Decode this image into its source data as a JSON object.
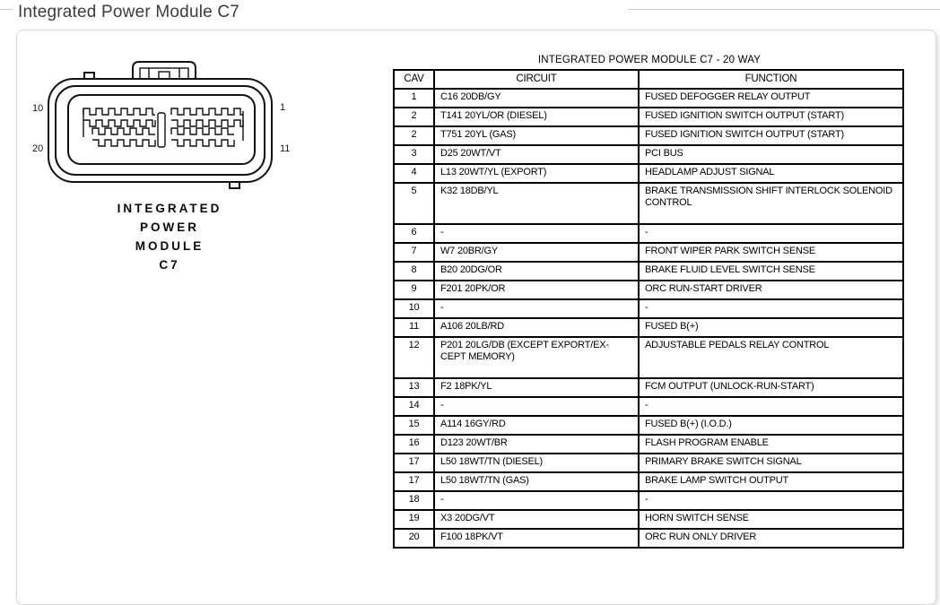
{
  "page": {
    "title": "Integrated Power Module C7"
  },
  "diagram": {
    "pin_labels": {
      "top_left": "10",
      "top_right": "1",
      "bottom_left": "20",
      "bottom_right": "11"
    },
    "caption_lines": [
      "INTEGRATED",
      "POWER",
      "MODULE",
      "C7"
    ]
  },
  "table": {
    "title": "INTEGRATED POWER MODULE C7 - 20 WAY",
    "columns": [
      "CAV",
      "CIRCUIT",
      "FUNCTION"
    ],
    "rows": [
      [
        "1",
        "C16 20DB/GY",
        "FUSED DEFOGGER RELAY OUTPUT"
      ],
      [
        "2",
        "T141 20YL/OR (DIESEL)",
        "FUSED IGNITION SWITCH OUTPUT (START)"
      ],
      [
        "2",
        "T751 20YL (GAS)",
        "FUSED IGNITION SWITCH OUTPUT (START)"
      ],
      [
        "3",
        "D25 20WT/VT",
        "PCI BUS"
      ],
      [
        "4",
        "L13 20WT/YL (EXPORT)",
        "HEADLAMP ADJUST SIGNAL"
      ],
      [
        "5",
        "K32 18DB/YL",
        "BRAKE TRANSMISSION SHIFT INTERLOCK SOLENOID CONTROL"
      ],
      [
        "6",
        "-",
        "-"
      ],
      [
        "7",
        "W7 20BR/GY",
        "FRONT WIPER PARK SWITCH SENSE"
      ],
      [
        "8",
        "B20 20DG/OR",
        "BRAKE FLUID LEVEL SWITCH SENSE"
      ],
      [
        "9",
        "F201 20PK/OR",
        "ORC RUN-START DRIVER"
      ],
      [
        "10",
        "-",
        "-"
      ],
      [
        "11",
        "A106 20LB/RD",
        "FUSED B(+)"
      ],
      [
        "12",
        "P201 20LG/DB (EXCEPT EXPORT/EX-CEPT MEMORY)",
        "ADJUSTABLE PEDALS RELAY CONTROL"
      ],
      [
        "13",
        "F2 18PK/YL",
        "FCM OUTPUT (UNLOCK-RUN-START)"
      ],
      [
        "14",
        "-",
        "-"
      ],
      [
        "15",
        "A114 16GY/RD",
        "FUSED B(+) (I.O.D.)"
      ],
      [
        "16",
        "D123 20WT/BR",
        "FLASH PROGRAM ENABLE"
      ],
      [
        "17",
        "L50 18WT/TN (DIESEL)",
        "PRIMARY BRAKE SWITCH SIGNAL"
      ],
      [
        "17",
        "L50 18WT/TN (GAS)",
        "BRAKE LAMP SWITCH OUTPUT"
      ],
      [
        "18",
        "-",
        "-"
      ],
      [
        "19",
        "X3 20DG/VT",
        "HORN SWITCH SENSE"
      ],
      [
        "20",
        "F100 18PK/VT",
        "ORC RUN ONLY DRIVER"
      ]
    ]
  },
  "colors": {
    "line_art": "#111111",
    "table_border": "#000000",
    "panel_border": "#d8d8d8",
    "title_text": "#3b3b3b",
    "divider": "#cccccc"
  }
}
